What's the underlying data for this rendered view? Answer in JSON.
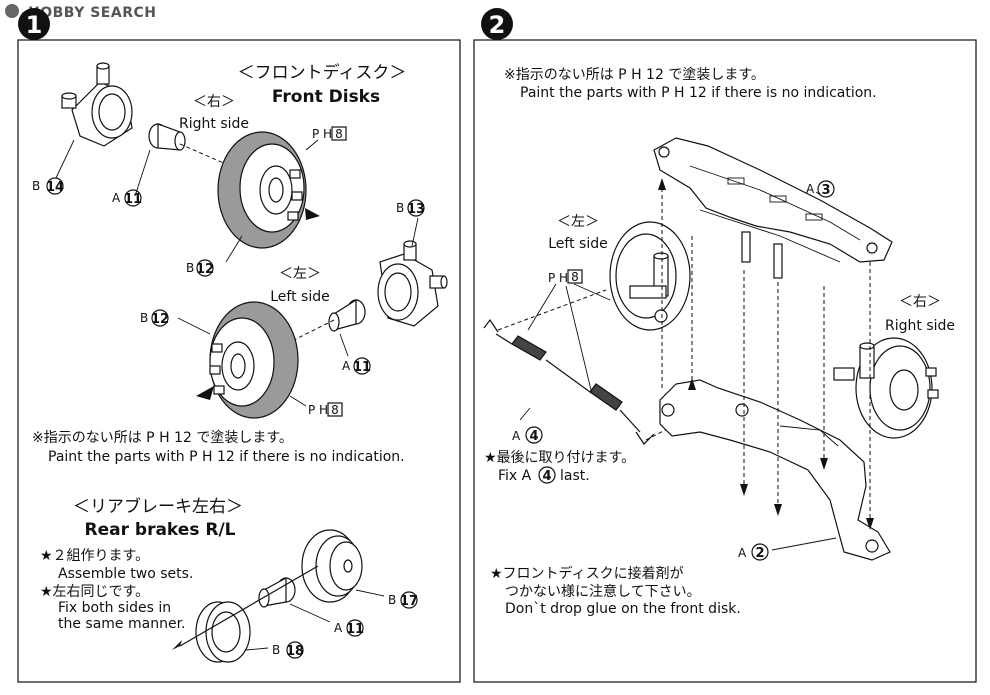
{
  "watermark": {
    "text": "HOBBY SEARCH"
  },
  "step1": {
    "number": "1",
    "front_disks": {
      "title_jp": "＜フロントディスク＞",
      "title_en": "Front Disks",
      "right_jp": "＜右＞",
      "right_en": "Right side",
      "left_jp": "＜左＞",
      "left_en": "Left side",
      "paint_jp": "※指示のない所は P H 12 で塗装します。",
      "paint_en": "Paint the parts with P H 12 if there is no indication."
    },
    "rear_brakes": {
      "title_jp": "＜リアブレーキ左右＞",
      "title_en": "Rear brakes R/L",
      "note1_jp": "★２組作ります。",
      "note1_en": "Assemble two sets.",
      "note2_jp": "★左右同じです。",
      "note2_en_line1": "Fix both sides in",
      "note2_en_line2": "the same manner."
    },
    "parts": [
      {
        "letter": "B",
        "num": "14"
      },
      {
        "letter": "A",
        "num": "11"
      },
      {
        "letter": "P H",
        "num": "8"
      },
      {
        "letter": "B",
        "num": "12"
      },
      {
        "letter": "B",
        "num": "13"
      },
      {
        "letter": "B",
        "num": "12"
      },
      {
        "letter": "A",
        "num": "11"
      },
      {
        "letter": "P H",
        "num": "8"
      },
      {
        "letter": "B",
        "num": "17"
      },
      {
        "letter": "A",
        "num": "11"
      },
      {
        "letter": "B",
        "num": "18"
      }
    ]
  },
  "step2": {
    "number": "2",
    "paint_jp": "※指示のない所は P H 12 で塗装します。",
    "paint_en": "Paint the parts with P H 12 if there is no indication.",
    "left_jp": "＜左＞",
    "left_en": "Left side",
    "right_jp": "＜右＞",
    "right_en": "Right side",
    "last_jp": "★最後に取り付けます。",
    "last_en_pre": "Fix A",
    "last_en_num": "4",
    "last_en_post": "last.",
    "glue_jp1": "★フロントディスクに接着剤が",
    "glue_jp2": "つかない様に注意して下さい。",
    "glue_en": "Don`t drop glue on the front disk.",
    "parts": [
      {
        "letter": "A",
        "num": "3"
      },
      {
        "letter": "P H",
        "num": "8"
      },
      {
        "letter": "A",
        "num": "4"
      },
      {
        "letter": "A",
        "num": "2"
      }
    ]
  }
}
